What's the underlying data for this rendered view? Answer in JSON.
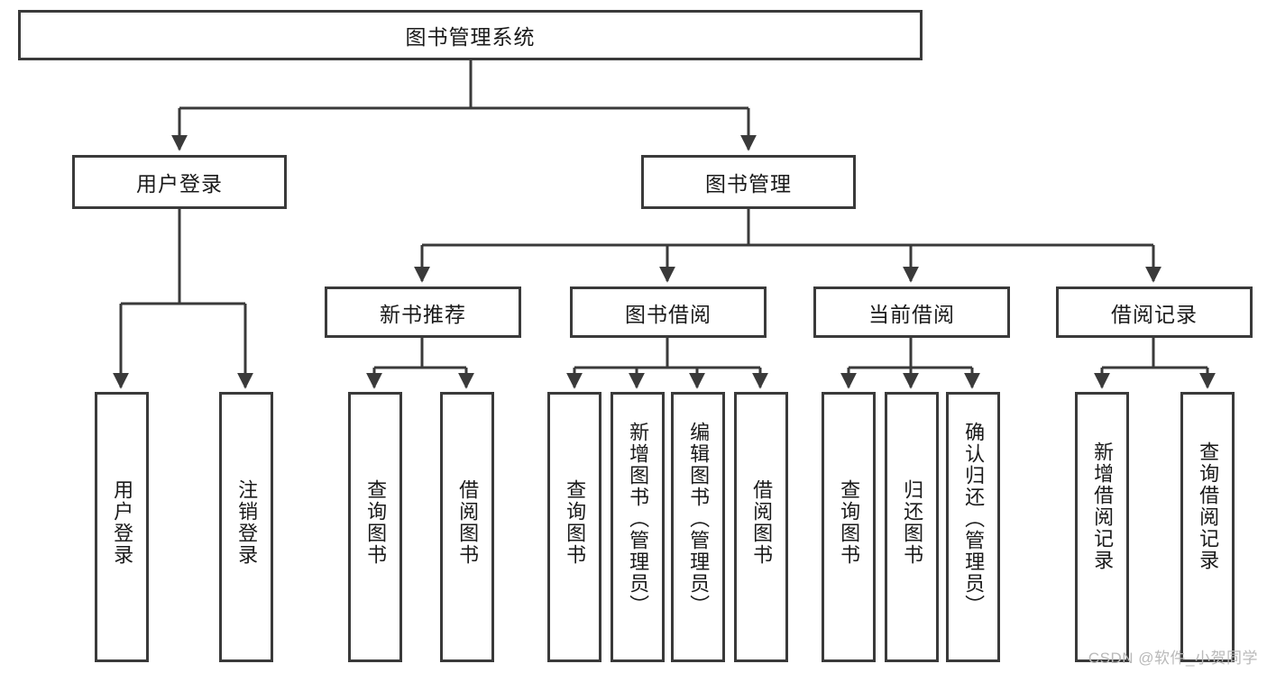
{
  "diagram": {
    "type": "tree-hierarchy-chart",
    "title": "图书管理系统",
    "colors": {
      "border": "#3a3a3a",
      "connector": "#3a3a3a",
      "background": "#ffffff",
      "text": "#1a1a1a",
      "watermark": "#b9b9b9"
    },
    "root": {
      "label": "图书管理系统"
    },
    "level2": [
      {
        "label": "用户登录"
      },
      {
        "label": "图书管理"
      }
    ],
    "level3": [
      {
        "label": "新书推荐"
      },
      {
        "label": "图书借阅"
      },
      {
        "label": "当前借阅"
      },
      {
        "label": "借阅记录"
      }
    ],
    "leaves": {
      "user_login": [
        {
          "label": "用户登录"
        },
        {
          "label": "注销登录"
        }
      ],
      "new_book_recommend": [
        {
          "label": "查询图书"
        },
        {
          "label": "借阅图书"
        }
      ],
      "book_borrow": [
        {
          "label": "查询图书"
        },
        {
          "label": "新增图书（管理员）"
        },
        {
          "label": "编辑图书（管理员）"
        },
        {
          "label": "借阅图书"
        }
      ],
      "current_borrow": [
        {
          "label": "查询图书"
        },
        {
          "label": "归还图书"
        },
        {
          "label": "确认归还（管理员）"
        }
      ],
      "borrow_record": [
        {
          "label": "新增借阅记录"
        },
        {
          "label": "查询借阅记录"
        }
      ]
    }
  },
  "watermark": {
    "text": "CSDN @软件_小贺同学"
  }
}
